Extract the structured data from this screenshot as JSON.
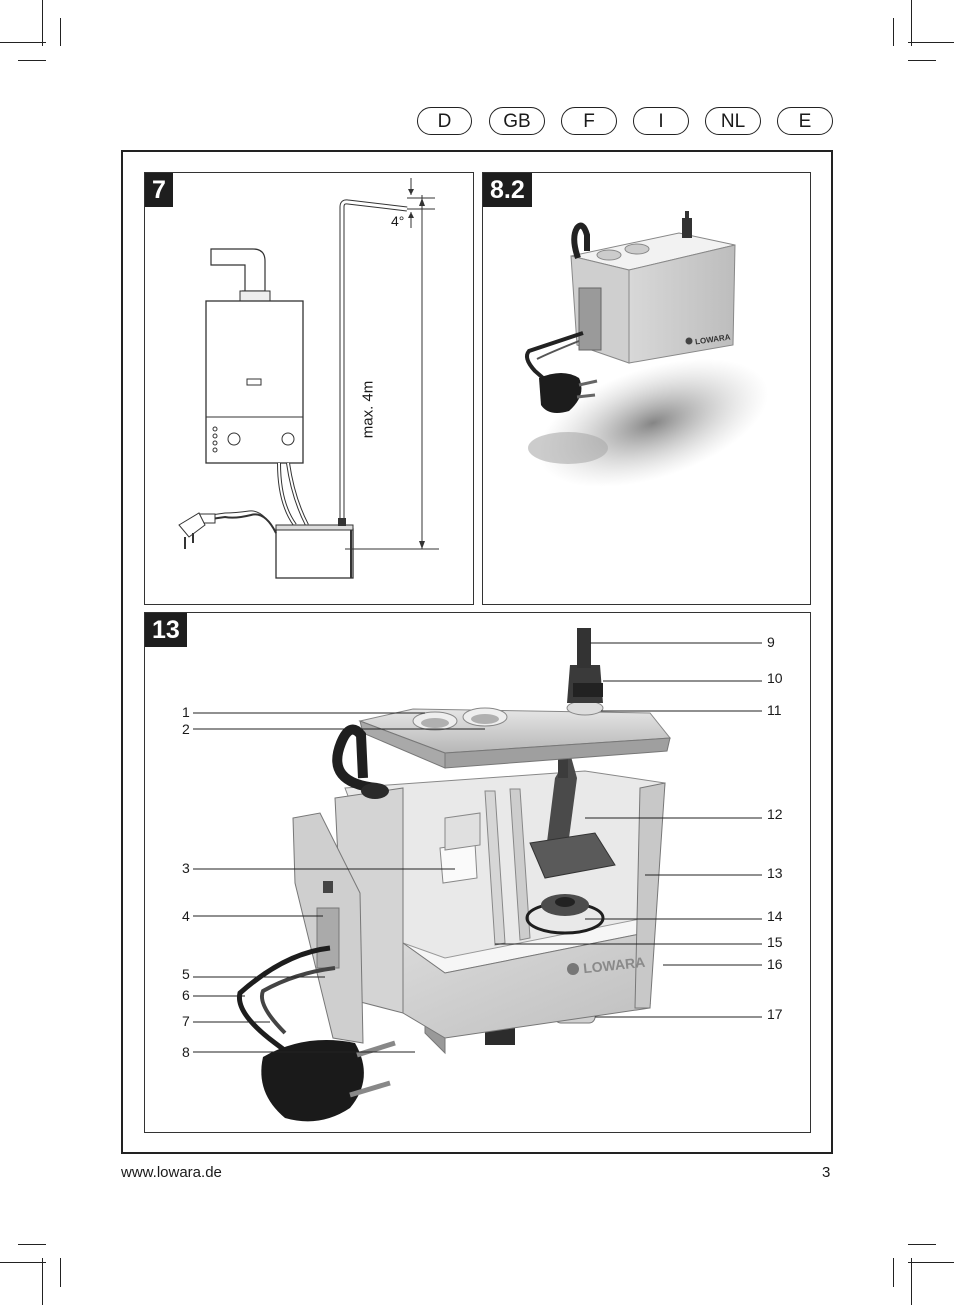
{
  "languages": [
    "D",
    "GB",
    "F",
    "I",
    "NL",
    "E"
  ],
  "figures": {
    "fig7": {
      "number": "7",
      "angle_label": "4°",
      "height_label": "max. 4m"
    },
    "fig82": {
      "number": "8.2",
      "brand": "LOWARA"
    },
    "fig13": {
      "number": "13",
      "brand": "LOWARA",
      "callouts_left": [
        "1",
        "2",
        "3",
        "4",
        "5",
        "6",
        "7",
        "8"
      ],
      "callouts_right": [
        "9",
        "10",
        "11",
        "12",
        "13",
        "14",
        "15",
        "16",
        "17"
      ]
    }
  },
  "footer": {
    "url": "www.lowara.de",
    "page_number": "3"
  }
}
